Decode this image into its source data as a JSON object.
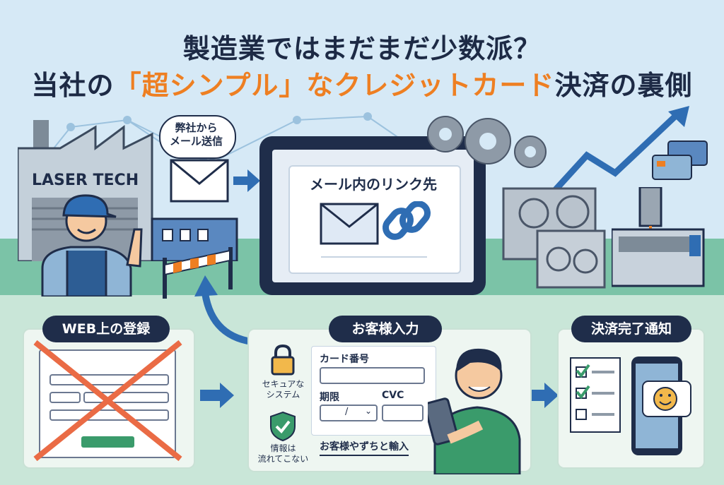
{
  "title": {
    "line1": "製造業ではまだまだ少数派？",
    "line2_pre": "当社の",
    "line2_highlight": "「超シンプル」なクレジットカード",
    "line2_post": "決済の裏側"
  },
  "factory": {
    "sign": "LASER TECH"
  },
  "bubble": {
    "text": "弊社から\nメール送信"
  },
  "tablet": {
    "heading": "メール内のリンク先"
  },
  "sections": {
    "web": {
      "label": "WEB上の登録"
    },
    "input": {
      "label": "お客様入力",
      "secure_text": "セキュアな\nシステム",
      "noleak_text": "情報は\n流れてこない",
      "card_number_label": "カード番号",
      "expiry_label": "期限",
      "cvc_label": "CVC",
      "expiry_sep": "/",
      "footer": "お客様やずちと輸入"
    },
    "notify": {
      "label": "決済完了通知"
    }
  },
  "colors": {
    "navy": "#1f2d4a",
    "accent": "#ee7f22",
    "green": "#3a9b6b",
    "blue": "#2f6db3"
  }
}
